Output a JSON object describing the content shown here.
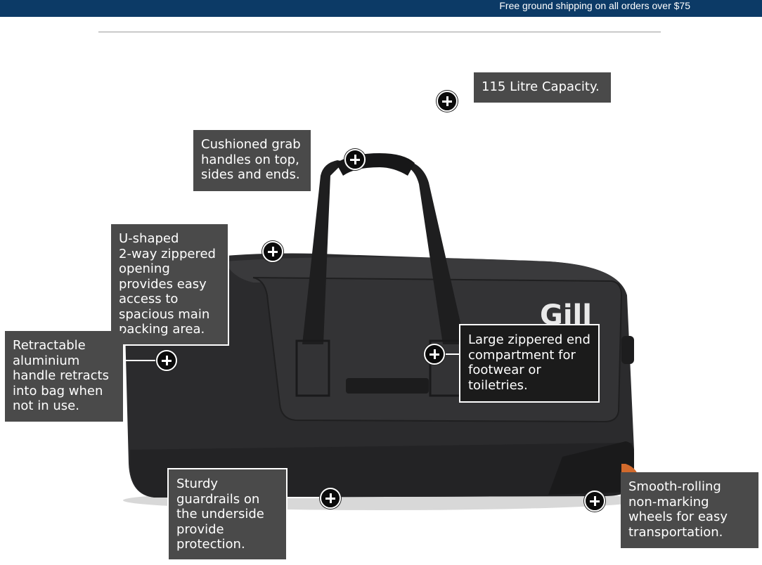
{
  "banner": {
    "text": "Free ground shipping on all orders over $75"
  },
  "colors": {
    "banner_bg": "#0c3a66",
    "bag_body": "#2b2b2d",
    "callout_grey": "#4a4a4a",
    "callout_dark": "#1b1b1b",
    "wheel_accent": "#d26a2c"
  },
  "product": {
    "brand_logo": "Gill"
  },
  "callouts": {
    "capacity": "115 Litre Capacity.",
    "handles": "Cushioned grab\nhandles on top,\nsides and ends.",
    "opening": "U-shaped\n2-way zippered\nopening\nprovides easy\naccess to\nspacious main\npacking area.",
    "retractable": "Retractable\naluminium\nhandle retracts\ninto bag when\nnot in use.",
    "end_compartment": "Large zippered end\ncompartment for\nfootwear or\ntoiletries.",
    "guardrails": "Sturdy\nguardrails on\nthe underside\nprovide\nprotection.",
    "wheels": "Smooth-rolling\nnon-marking\nwheels for easy\ntransportation."
  },
  "icons": {
    "hotspot": "plus-circle-icon"
  }
}
